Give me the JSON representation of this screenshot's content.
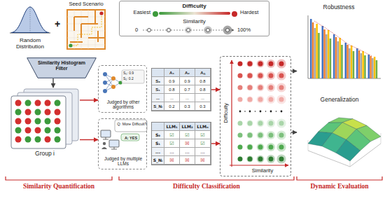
{
  "diagram": {
    "nodes": [
      {
        "text": [
          "Random Distribution"
        ]
      },
      {
        "text": [
          "Seed Scenario"
        ]
      },
      {
        "text": [
          "Difficulty",
          "Similarity",
          "0",
          "100%"
        ]
      },
      {
        "text": [
          "Similarity Histogram Filter"
        ]
      },
      {
        "text": [
          "Group i"
        ]
      },
      {
        "text": [
          "Judged by other algorithms"
        ]
      },
      {
        "text": [
          "Q: More Difficult?",
          "A: YES",
          "Judged by multiple LLMs"
        ]
      },
      {
        "text": [
          "A₁",
          "A₂",
          "Aₙ",
          "S₀",
          "0.9",
          "0.9",
          "0.8",
          "S₁",
          "0.8",
          "0.7",
          "0.8",
          "...",
          "...",
          "...",
          "...",
          "S_Nᵢ",
          "0.2",
          "0.3",
          "0.3"
        ]
      },
      {
        "text": [
          "LLM₁",
          "LLM₂",
          "LLMₙ",
          "S₀",
          "☑",
          "☑",
          "☑",
          "S₁",
          "☑",
          "☒",
          "☑",
          "...",
          "...",
          "...",
          "...",
          "S_Nᵢ",
          "☒",
          "☒",
          "☒"
        ]
      },
      {
        "text": [
          "Difficulty",
          "Similarity"
        ]
      },
      {
        "text": [
          "Robustness"
        ]
      },
      {
        "text": [
          "Generalization"
        ]
      }
    ],
    "edges": [
      {
        "from": 3,
        "to": 4,
        "arrow": "to"
      },
      {
        "from": 4,
        "to": 5,
        "arrow": "to"
      },
      {
        "from": 4,
        "to": 6,
        "arrow": "to"
      },
      {
        "from": 7,
        "to": 9,
        "arrow": "to"
      },
      {
        "from": 8,
        "to": 9,
        "arrow": "to"
      },
      {
        "from": 9,
        "to": 10,
        "arrow": "to"
      },
      {
        "from": 9,
        "to": 11,
        "arrow": "to"
      }
    ],
    "labels": [
      "+",
      "S₀: 0.9",
      "S₁: 0.2",
      "Similarity Quantification",
      "Difficulty Classification",
      "Dynamic Evaluation"
    ],
    "legend": [
      {
        "text": "Easiest",
        "color": "#3c9a3c"
      },
      {
        "text": "Hardest",
        "color": "#c62828"
      }
    ]
  }
}
